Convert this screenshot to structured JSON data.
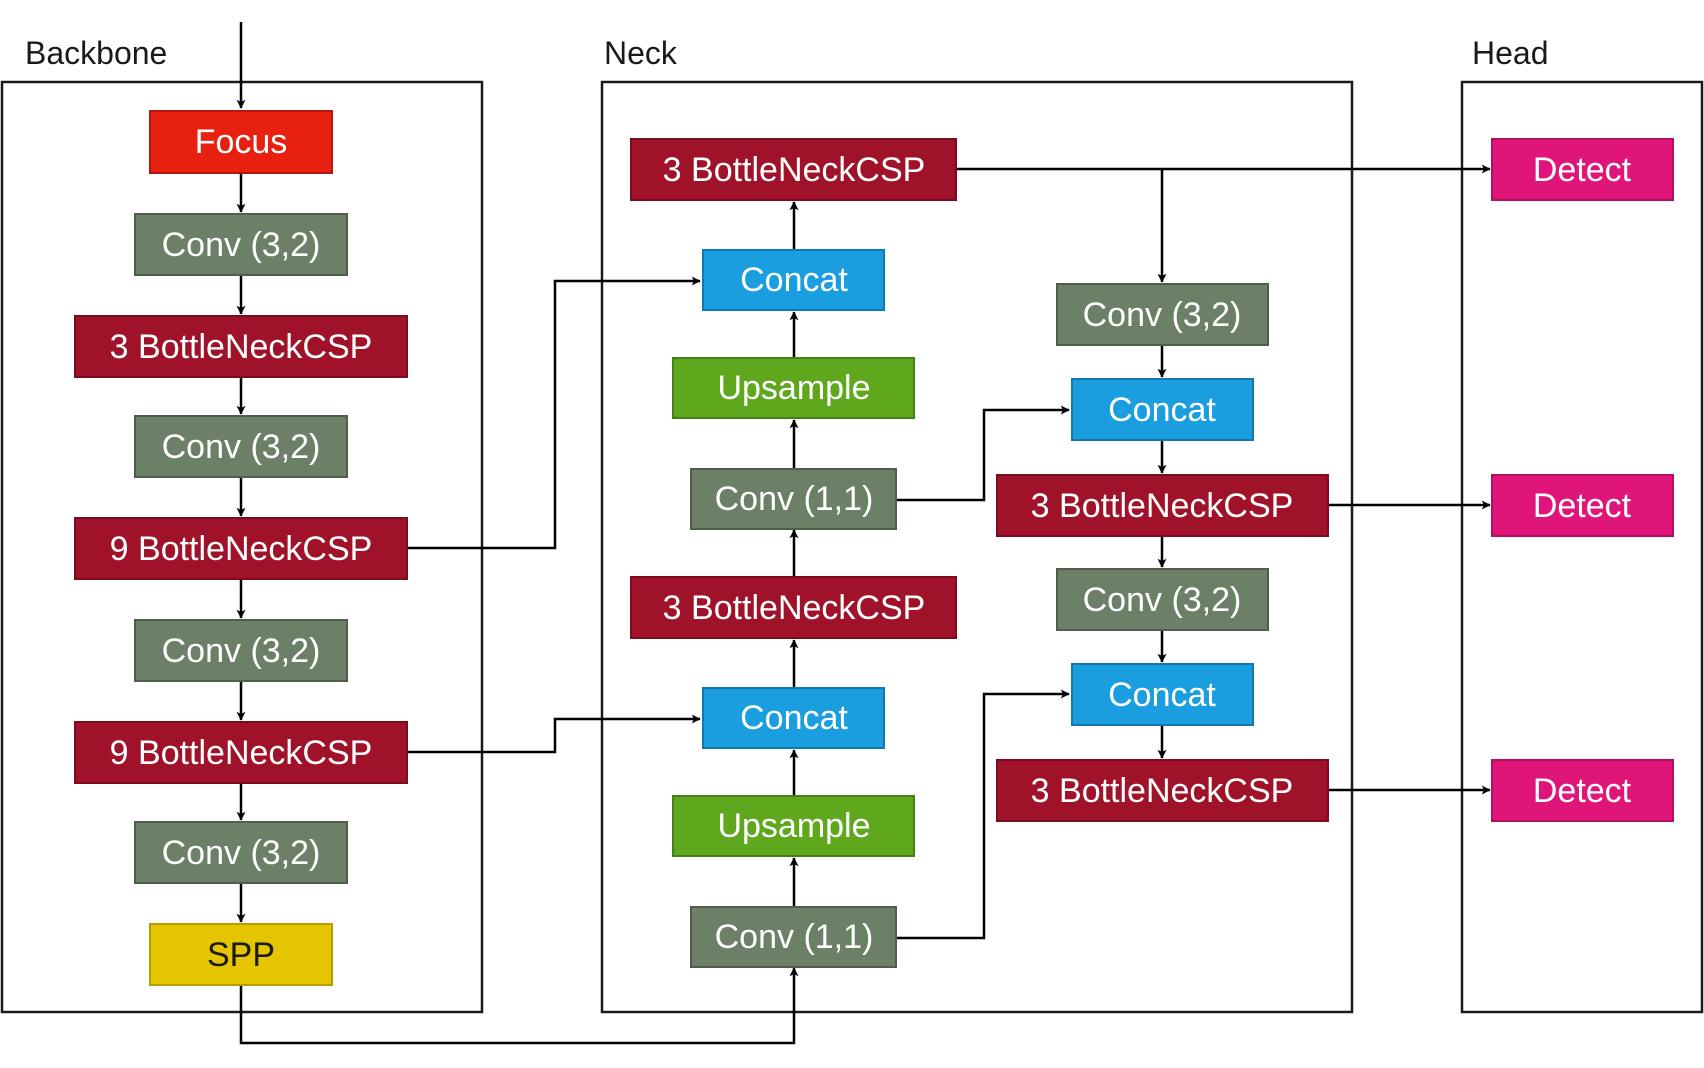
{
  "sections": {
    "backbone": "Backbone",
    "neck": "Neck",
    "head": "Head"
  },
  "colors": {
    "focus": "#e8200f",
    "conv": "#6b8066",
    "bottleneck": "#a0122a",
    "spp": "#e5c400",
    "concat": "#1a9ee0",
    "upsample": "#5fa81d",
    "detect": "#e0157a"
  },
  "backbone": {
    "focus": "Focus",
    "conv1": "Conv (3,2)",
    "csp1": "3 BottleNeckCSP",
    "conv2": "Conv (3,2)",
    "csp2": "9 BottleNeckCSP",
    "conv3": "Conv (3,2)",
    "csp3": "9 BottleNeckCSP",
    "conv4": "Conv (3,2)",
    "spp": "SPP"
  },
  "neck": {
    "csp_top": "3 BottleNeckCSP",
    "concat_top": "Concat",
    "upsample_top": "Upsample",
    "conv_top": "Conv (1,1)",
    "csp_mid": "3 BottleNeckCSP",
    "concat_bottom": "Concat",
    "upsample_bottom": "Upsample",
    "conv_bottom": "Conv (1,1)",
    "conv_r1": "Conv (3,2)",
    "concat_r1": "Concat",
    "csp_r1": "3 BottleNeckCSP",
    "conv_r2": "Conv (3,2)",
    "concat_r2": "Concat",
    "csp_r2": "3 BottleNeckCSP"
  },
  "head": {
    "detect1": "Detect",
    "detect2": "Detect",
    "detect3": "Detect"
  }
}
